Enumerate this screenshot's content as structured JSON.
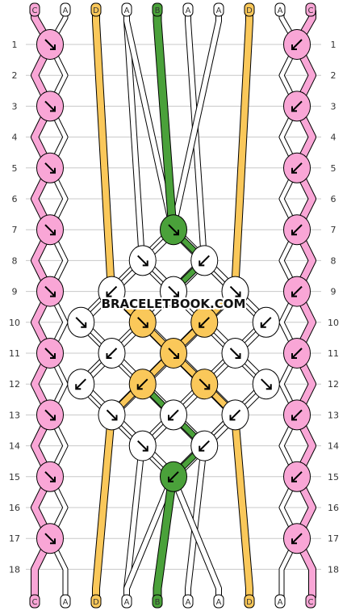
{
  "watermark": "BRACELETBOOK.COM",
  "strands": [
    "C",
    "A",
    "D",
    "A",
    "B",
    "A",
    "A",
    "D",
    "A",
    "C"
  ],
  "colors": {
    "A": "#ffffff",
    "B": "#4aa13a",
    "C": "#f9a6d6",
    "D": "#fac85a"
  },
  "rows": [
    1,
    2,
    3,
    4,
    5,
    6,
    7,
    8,
    9,
    10,
    11,
    12,
    13,
    14,
    15,
    16,
    17,
    18
  ],
  "knots": [
    {
      "row": 1,
      "pos": 0,
      "dir": "se",
      "color": "C"
    },
    {
      "row": 1,
      "pos": 8,
      "dir": "sw",
      "color": "C"
    },
    {
      "row": 3,
      "pos": 0,
      "dir": "se",
      "color": "C"
    },
    {
      "row": 3,
      "pos": 8,
      "dir": "sw",
      "color": "C"
    },
    {
      "row": 5,
      "pos": 0,
      "dir": "se",
      "color": "C"
    },
    {
      "row": 5,
      "pos": 8,
      "dir": "sw",
      "color": "C"
    },
    {
      "row": 7,
      "pos": 0,
      "dir": "se",
      "color": "C"
    },
    {
      "row": 7,
      "pos": 4,
      "dir": "se",
      "color": "B"
    },
    {
      "row": 7,
      "pos": 8,
      "dir": "sw",
      "color": "C"
    },
    {
      "row": 8,
      "pos": 3,
      "dir": "se",
      "color": "A"
    },
    {
      "row": 8,
      "pos": 5,
      "dir": "sw",
      "color": "A"
    },
    {
      "row": 9,
      "pos": 0,
      "dir": "se",
      "color": "C"
    },
    {
      "row": 9,
      "pos": 2,
      "dir": "sw",
      "color": "A"
    },
    {
      "row": 9,
      "pos": 4,
      "dir": "se",
      "color": "A"
    },
    {
      "row": 9,
      "pos": 6,
      "dir": "se",
      "color": "A"
    },
    {
      "row": 9,
      "pos": 8,
      "dir": "sw",
      "color": "C"
    },
    {
      "row": 10,
      "pos": 1,
      "dir": "se",
      "color": "A"
    },
    {
      "row": 10,
      "pos": 3,
      "dir": "se",
      "color": "D"
    },
    {
      "row": 10,
      "pos": 5,
      "dir": "sw",
      "color": "D"
    },
    {
      "row": 10,
      "pos": 7,
      "dir": "sw",
      "color": "A"
    },
    {
      "row": 11,
      "pos": 0,
      "dir": "se",
      "color": "C"
    },
    {
      "row": 11,
      "pos": 2,
      "dir": "sw",
      "color": "A"
    },
    {
      "row": 11,
      "pos": 4,
      "dir": "se",
      "color": "D"
    },
    {
      "row": 11,
      "pos": 6,
      "dir": "se",
      "color": "A"
    },
    {
      "row": 11,
      "pos": 8,
      "dir": "sw",
      "color": "C"
    },
    {
      "row": 12,
      "pos": 1,
      "dir": "sw",
      "color": "A"
    },
    {
      "row": 12,
      "pos": 3,
      "dir": "sw",
      "color": "D"
    },
    {
      "row": 12,
      "pos": 5,
      "dir": "se",
      "color": "D"
    },
    {
      "row": 12,
      "pos": 7,
      "dir": "se",
      "color": "A"
    },
    {
      "row": 13,
      "pos": 0,
      "dir": "se",
      "color": "C"
    },
    {
      "row": 13,
      "pos": 2,
      "dir": "se",
      "color": "A"
    },
    {
      "row": 13,
      "pos": 4,
      "dir": "sw",
      "color": "A"
    },
    {
      "row": 13,
      "pos": 6,
      "dir": "sw",
      "color": "A"
    },
    {
      "row": 13,
      "pos": 8,
      "dir": "sw",
      "color": "C"
    },
    {
      "row": 14,
      "pos": 3,
      "dir": "se",
      "color": "A"
    },
    {
      "row": 14,
      "pos": 5,
      "dir": "sw",
      "color": "A"
    },
    {
      "row": 15,
      "pos": 0,
      "dir": "se",
      "color": "C"
    },
    {
      "row": 15,
      "pos": 4,
      "dir": "sw",
      "color": "B"
    },
    {
      "row": 15,
      "pos": 8,
      "dir": "sw",
      "color": "C"
    },
    {
      "row": 17,
      "pos": 0,
      "dir": "se",
      "color": "C"
    },
    {
      "row": 17,
      "pos": 8,
      "dir": "sw",
      "color": "C"
    }
  ]
}
